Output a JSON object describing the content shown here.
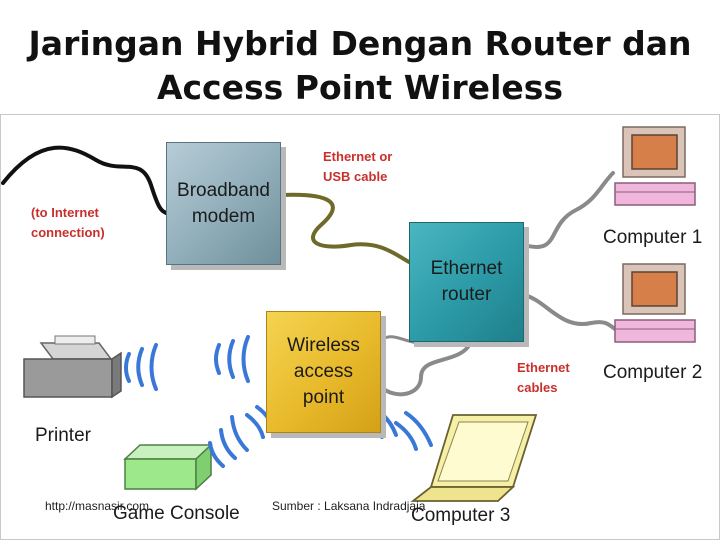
{
  "title": {
    "line1": "Jaringan Hybrid Dengan Router dan",
    "line2": "Access Point Wireless"
  },
  "diagram": {
    "nodes": {
      "modem": "Broadband\nmodem",
      "router": "Ethernet\nrouter",
      "wireless_access_point": "Wireless\naccess\npoint"
    },
    "labels": {
      "internet": "(to Internet\nconnection)",
      "ethernet_usb": "Ethernet or\nUSB cable",
      "ethernet_cables": "Ethernet\ncables"
    },
    "devices": {
      "computer1": "Computer 1",
      "computer2": "Computer 2",
      "computer3": "Computer 3",
      "printer": "Printer",
      "game_console": "Game Console"
    },
    "colors": {
      "modem": "#8fadb9",
      "router": "#2b9aa6",
      "wireless_access_point": "#e8b92b",
      "label_red": "#c8302c",
      "wireless_waves": "#3a78d8"
    }
  },
  "footer": {
    "source_url": "http://masnasir.com",
    "credit": "Sumber : Laksana Indradjaja"
  }
}
